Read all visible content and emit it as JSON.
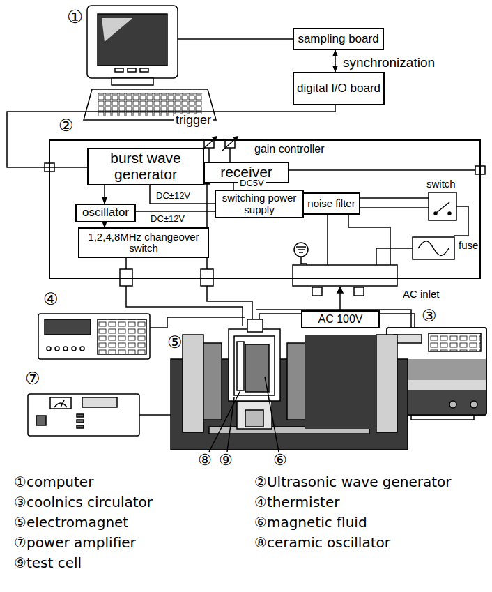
{
  "diagram": {
    "nodes": [
      {
        "text": [
          "sampling board"
        ]
      },
      {
        "text": [
          "digital I/O board"
        ]
      },
      {
        "text": [
          "②"
        ]
      },
      {
        "text": [
          "burst wave generator"
        ],
        "in": 2
      },
      {
        "text": [
          "receiver"
        ],
        "in": 2
      },
      {
        "text": [
          "switching power supply"
        ],
        "in": 2
      },
      {
        "text": [
          "oscillator"
        ],
        "in": 2
      },
      {
        "text": [
          "noise filter"
        ],
        "in": 2
      },
      {
        "text": [
          "1,2,4,8MHz changeover switch"
        ],
        "in": 2
      },
      {
        "text": [
          "AC 100V"
        ]
      }
    ],
    "edges": [
      {
        "from": 0,
        "to": 1,
        "arrow": "both",
        "label": "synchronization"
      },
      {
        "from": 1,
        "to": 3,
        "arrow": "none",
        "label": "trigger"
      },
      {
        "from": 3,
        "to": 6,
        "arrow": "to"
      },
      {
        "from": 6,
        "to": 8,
        "arrow": "to"
      },
      {
        "from": 5,
        "to": 3,
        "arrow": "none",
        "label": "DC±12V"
      },
      {
        "from": 5,
        "to": 6,
        "arrow": "none",
        "label": "DC±12V"
      },
      {
        "from": 5,
        "to": 4,
        "arrow": "none",
        "label": "DC5V"
      },
      {
        "from": 7,
        "to": 5,
        "arrow": "none"
      }
    ],
    "labels": [
      "①",
      "gain controller",
      "switch",
      "fuse",
      "AC inlet",
      "③",
      "④",
      "⑤",
      "⑦",
      "⑧",
      "⑨",
      "⑥",
      "①computer",
      "②Ultrasonic wave generator",
      "③coolnics circulator",
      "④thermister",
      "⑤electromagnet",
      "⑥magnetic fluid",
      "⑦power amplifier",
      "⑧ceramic oscillator",
      "⑨test cell"
    ]
  }
}
